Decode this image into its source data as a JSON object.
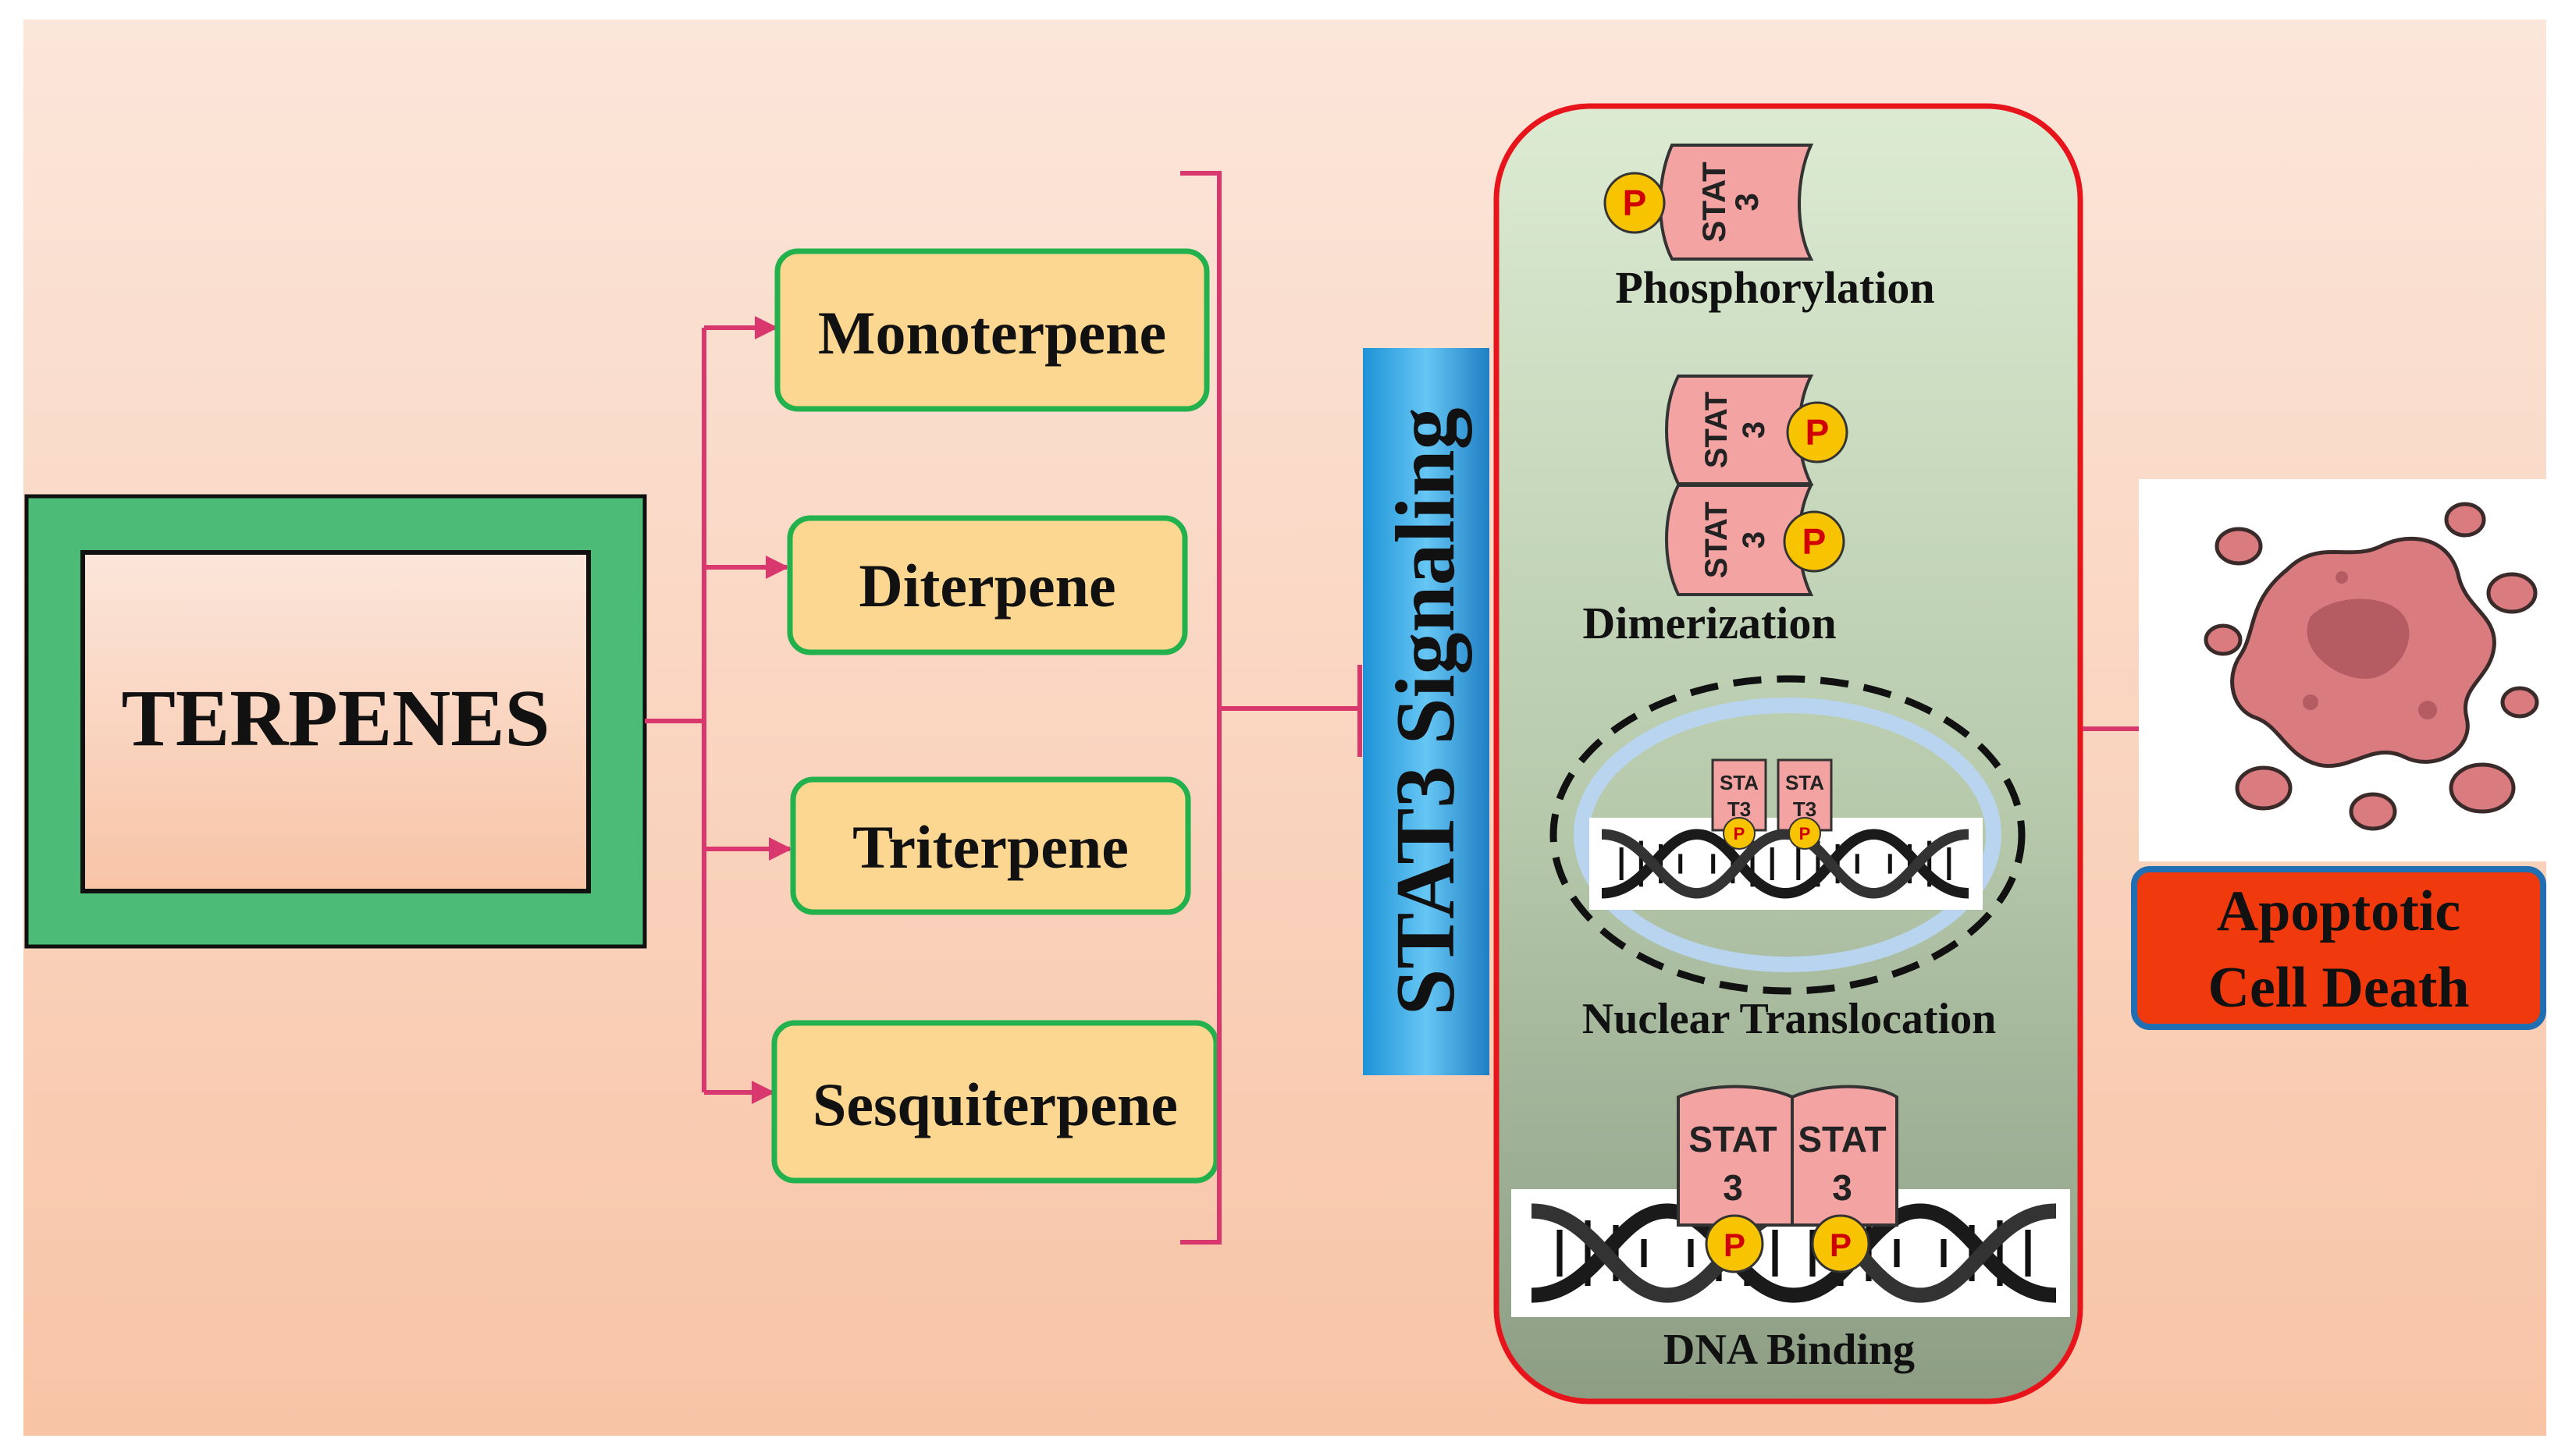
{
  "source": {
    "label": "TERPENES"
  },
  "classes": [
    {
      "label": "Monoterpene"
    },
    {
      "label": "Diterpene"
    },
    {
      "label": "Triterpene"
    },
    {
      "label": "Sesquiterpene"
    }
  ],
  "pathway": {
    "label": "STAT3 Signaling",
    "steps": [
      {
        "label": "Phosphorylation"
      },
      {
        "label": "Dimerization"
      },
      {
        "label": "Nuclear Translocation"
      },
      {
        "label": "DNA Binding"
      }
    ],
    "protein": {
      "name": "STAT",
      "number": "3",
      "split_top": "STA",
      "split_bottom": "T3"
    },
    "phosphate": "P"
  },
  "outcome": {
    "line1": "Apoptotic",
    "line2": "Cell Death"
  },
  "colors": {
    "arrow": "#d9386e",
    "source_frame": "#4dbb78",
    "class_box_fill": "#fcd791",
    "class_box_border": "#22b14c",
    "pathway_border": "#e8141c",
    "stat3_fill": "#f4a3a3",
    "phosphate_fill": "#f8c300",
    "phosphate_text": "#d10000",
    "outcome_fill": "#f03a0e",
    "outcome_border": "#1f6fb2",
    "cell_fill": "#d97b7f"
  }
}
